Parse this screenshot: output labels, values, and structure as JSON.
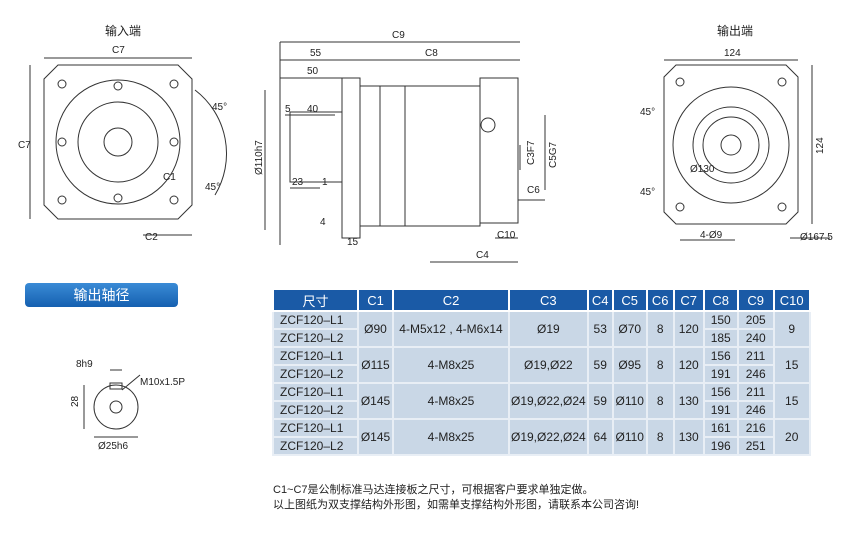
{
  "views": {
    "input_title": "输入端",
    "output_title": "输出端"
  },
  "left_labels": {
    "c7_top": "C7",
    "c7_side": "C7",
    "a45a": "45°",
    "a45b": "45°",
    "c1": "C1",
    "c2": "C2"
  },
  "side_labels": {
    "c9": "C9",
    "c8": "C8",
    "d55": "55",
    "d50": "50",
    "d5": "5",
    "d40": "40",
    "d110": "Ø110h7",
    "d23": "23",
    "d1": "1",
    "d4": "4",
    "d15": "15",
    "c3": "C3F7",
    "c5": "C5G7",
    "c6": "C6",
    "c10": "C10",
    "c4": "C4"
  },
  "right_labels": {
    "w124": "124",
    "h124": "124",
    "a45a": "45°",
    "a45b": "45°",
    "d130": "Ø130",
    "holes": "4-Ø9",
    "d167": "Ø167.5"
  },
  "shaft_button": "输出轴径",
  "shaft_labels": {
    "key": "8h9",
    "thread": "M10x1.5P",
    "h28": "28",
    "d25": "Ø25h6"
  },
  "table": {
    "headers": [
      "尺寸",
      "C1",
      "C2",
      "C3",
      "C4",
      "C5",
      "C6",
      "C7",
      "C8",
      "C9",
      "C10"
    ],
    "groups": [
      {
        "models": [
          "ZCF120–L1",
          "ZCF120–L2"
        ],
        "c1": "Ø90",
        "c2": "4-M5x12 , 4-M6x14",
        "c3": "Ø19",
        "c4": "53",
        "c5": "Ø70",
        "c6": "8",
        "c7": "120",
        "c8": [
          "150",
          "185"
        ],
        "c9": [
          "205",
          "240"
        ],
        "c10": "9"
      },
      {
        "models": [
          "ZCF120–L1",
          "ZCF120–L2"
        ],
        "c1": "Ø115",
        "c2": "4-M8x25",
        "c3": "Ø19,Ø22",
        "c4": "59",
        "c5": "Ø95",
        "c6": "8",
        "c7": "120",
        "c8": [
          "156",
          "191"
        ],
        "c9": [
          "211",
          "246"
        ],
        "c10": "15"
      },
      {
        "models": [
          "ZCF120–L1",
          "ZCF120–L2"
        ],
        "c1": "Ø145",
        "c2": "4-M8x25",
        "c3": "Ø19,Ø22,Ø24",
        "c4": "59",
        "c5": "Ø110",
        "c6": "8",
        "c7": "130",
        "c8": [
          "156",
          "191"
        ],
        "c9": [
          "211",
          "246"
        ],
        "c10": "15"
      },
      {
        "models": [
          "ZCF120–L1",
          "ZCF120–L2"
        ],
        "c1": "Ø145",
        "c2": "4-M8x25",
        "c3": "Ø19,Ø22,Ø24",
        "c4": "64",
        "c5": "Ø110",
        "c6": "8",
        "c7": "130",
        "c8": [
          "161",
          "196"
        ],
        "c9": [
          "216",
          "251"
        ],
        "c10": "20"
      }
    ]
  },
  "notes": [
    "C1~C7是公制标准马达连接板之尺寸，可根据客户要求单独定做。",
    "以上图纸为双支撑结构外形图，如需单支撑结构外形图，请联系本公司咨询!"
  ]
}
